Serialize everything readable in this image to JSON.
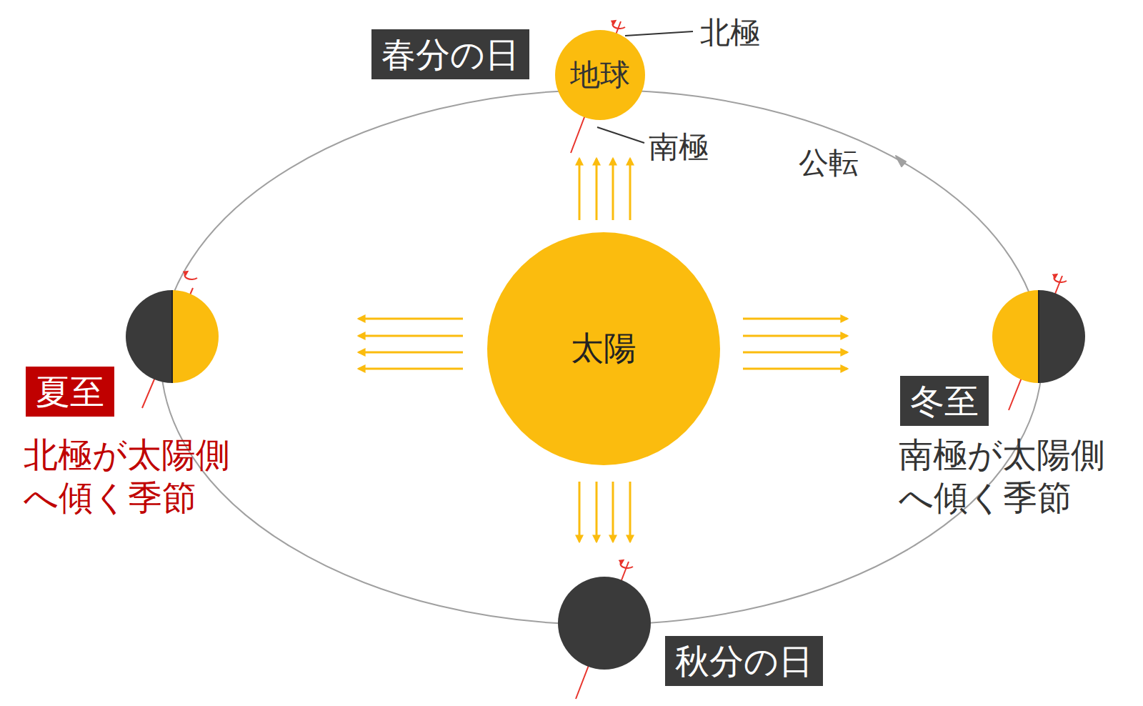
{
  "diagram": {
    "nodes": [
      {
        "text": [
          "春分の日"
        ]
      },
      {
        "text": [
          "地球"
        ]
      },
      {
        "text": [
          "太陽"
        ]
      },
      {
        "text": [
          "夏至"
        ]
      },
      {
        "text": [
          "冬至"
        ]
      },
      {
        "text": [
          "秋分の日"
        ]
      }
    ],
    "labels": [
      "北極",
      "南極",
      "公転",
      "北極が太陽側へ傾く季節",
      "南極が太陽側へ傾く季節"
    ]
  }
}
